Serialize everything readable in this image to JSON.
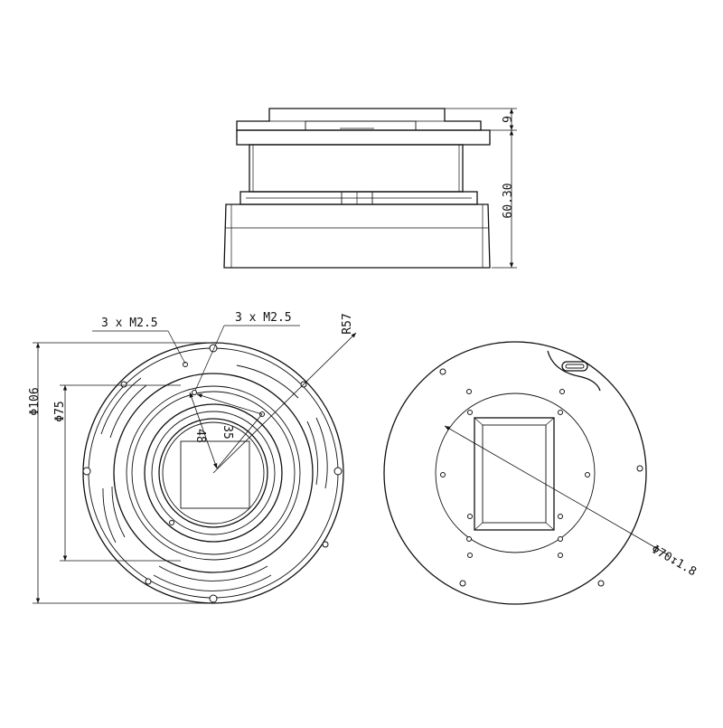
{
  "diagram": {
    "side_view": {
      "dim_top": "9",
      "dim_height": "60.30"
    },
    "front_view": {
      "outer_diameter": "Φ106",
      "inner_diameter": "Φ75",
      "thread_label_left": "3 x M2.5",
      "thread_label_right": "3 x M2.5",
      "radius": "R57",
      "dim_48": "48",
      "dim_35": "35"
    },
    "back_view": {
      "diameter_depth": "Φ70↧1.8"
    }
  }
}
